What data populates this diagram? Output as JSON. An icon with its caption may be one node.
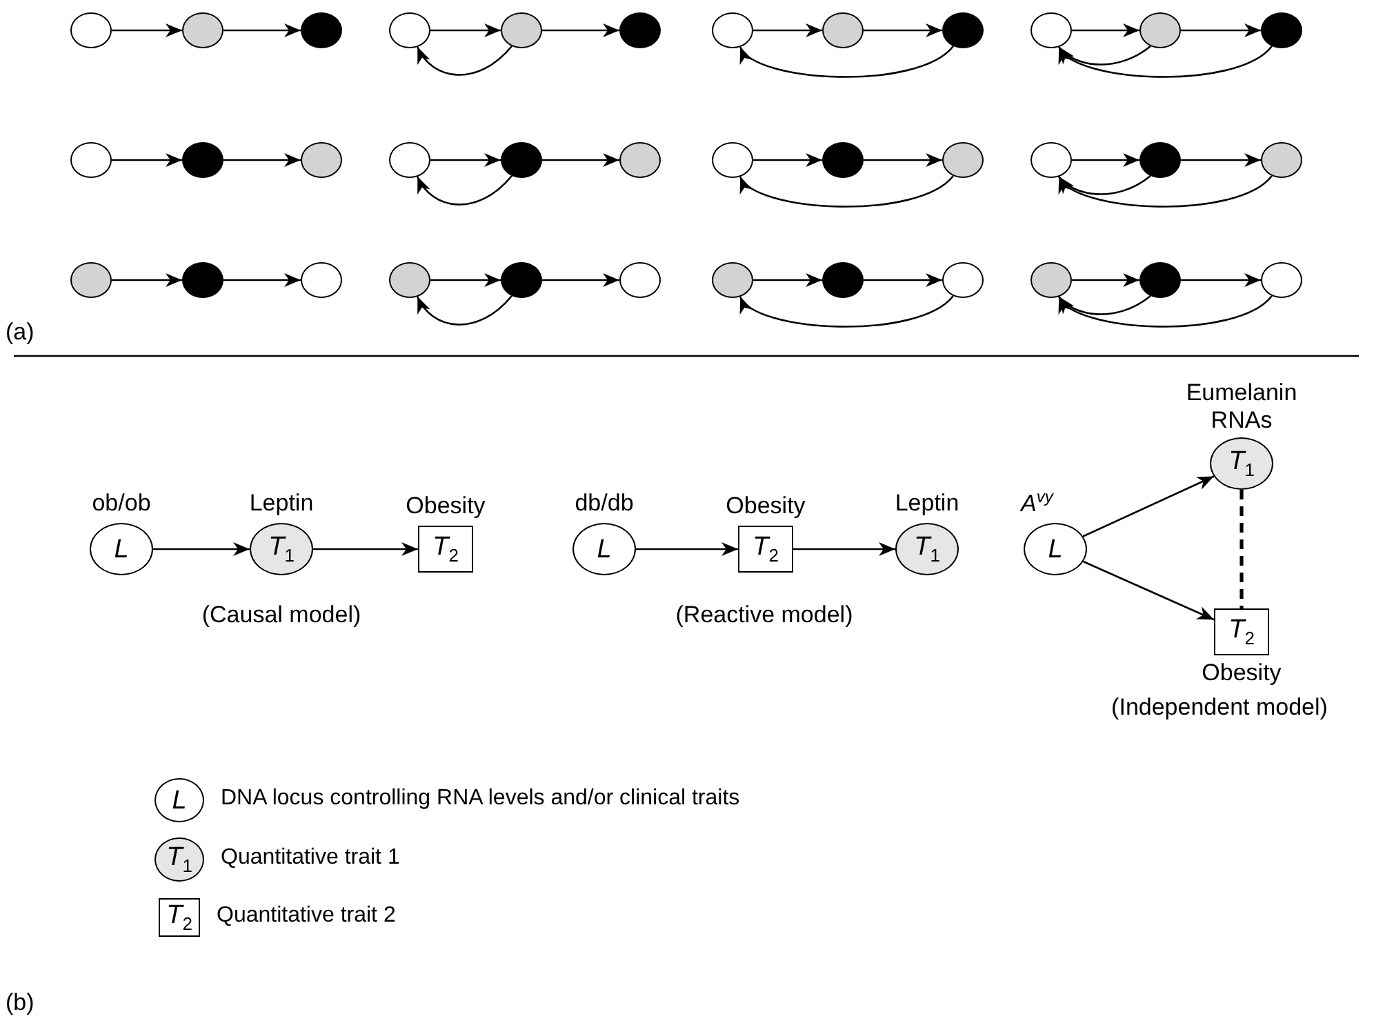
{
  "diagram": {
    "nodes": [
      {
        "text": [],
        "shape": "circle"
      },
      {
        "text": [],
        "shape": "circle"
      },
      {
        "text": [],
        "shape": "circle"
      },
      {
        "text": [],
        "shape": "circle"
      },
      {
        "text": [],
        "shape": "circle"
      },
      {
        "text": [],
        "shape": "circle"
      },
      {
        "text": [],
        "shape": "circle"
      },
      {
        "text": [],
        "shape": "circle"
      },
      {
        "text": [],
        "shape": "circle"
      },
      {
        "text": [],
        "shape": "circle"
      },
      {
        "text": [],
        "shape": "circle"
      },
      {
        "text": [],
        "shape": "circle"
      },
      {
        "text": [],
        "shape": "circle"
      },
      {
        "text": [],
        "shape": "circle"
      },
      {
        "text": [],
        "shape": "circle"
      },
      {
        "text": [],
        "shape": "circle"
      },
      {
        "text": [],
        "shape": "circle"
      },
      {
        "text": [],
        "shape": "circle"
      },
      {
        "text": [],
        "shape": "circle"
      },
      {
        "text": [],
        "shape": "circle"
      },
      {
        "text": [],
        "shape": "circle"
      },
      {
        "text": [],
        "shape": "circle"
      },
      {
        "text": [],
        "shape": "circle"
      },
      {
        "text": [],
        "shape": "circle"
      },
      {
        "text": [],
        "shape": "circle"
      },
      {
        "text": [],
        "shape": "circle"
      },
      {
        "text": [],
        "shape": "circle"
      },
      {
        "text": [],
        "shape": "circle"
      },
      {
        "text": [],
        "shape": "circle"
      },
      {
        "text": [],
        "shape": "circle"
      },
      {
        "text": [],
        "shape": "circle"
      },
      {
        "text": [],
        "shape": "circle"
      },
      {
        "text": [],
        "shape": "circle"
      },
      {
        "text": [],
        "shape": "circle"
      },
      {
        "text": [],
        "shape": "circle"
      },
      {
        "text": [],
        "shape": "circle"
      },
      {
        "text": [
          "*L*"
        ],
        "beside": [
          "ob/ob"
        ]
      },
      {
        "text": [
          "*T*$_{1}$"
        ],
        "beside": [
          "Leptin"
        ]
      },
      {
        "text": [
          "*T*$_{2}$"
        ],
        "beside": [
          "Obesity"
        ]
      },
      {
        "text": [
          "*L*"
        ],
        "beside": [
          "db/db"
        ]
      },
      {
        "text": [
          "*T*$_{2}$"
        ],
        "beside": [
          "Obesity"
        ]
      },
      {
        "text": [
          "*T*$_{1}$"
        ],
        "beside": [
          "Leptin"
        ]
      },
      {
        "text": [
          "*L*"
        ],
        "beside": [
          "*A*$^{vy}$"
        ]
      },
      {
        "text": [
          "*T*$_{1}$"
        ],
        "beside": [
          "Eumelanin RNAs"
        ]
      },
      {
        "text": [
          "*T*$_{2}$"
        ],
        "beside": [
          "Obesity"
        ]
      },
      {
        "text": [
          "*L*"
        ],
        "beside": [
          "DNA locus controlling RNA levels and/or clinical traits"
        ]
      },
      {
        "text": [
          "*T*$_{1}$"
        ],
        "beside": [
          "Quantitative trait 1"
        ]
      },
      {
        "text": [
          "*T*$_{2}$"
        ],
        "beside": [
          "Quantitative trait 2"
        ]
      }
    ],
    "edges": [
      {
        "from": 0,
        "to": 1,
        "arrow": "to"
      },
      {
        "from": 1,
        "to": 2,
        "arrow": "to"
      },
      {
        "from": 3,
        "to": 4,
        "arrow": "to"
      },
      {
        "from": 4,
        "to": 5,
        "arrow": "to"
      },
      {
        "from": 4,
        "to": 3,
        "arrow": "to"
      },
      {
        "from": 6,
        "to": 7,
        "arrow": "to"
      },
      {
        "from": 7,
        "to": 8,
        "arrow": "to"
      },
      {
        "from": 8,
        "to": 6,
        "arrow": "to"
      },
      {
        "from": 9,
        "to": 10,
        "arrow": "to"
      },
      {
        "from": 10,
        "to": 11,
        "arrow": "to"
      },
      {
        "from": 10,
        "to": 9,
        "arrow": "to"
      },
      {
        "from": 11,
        "to": 9,
        "arrow": "to"
      },
      {
        "from": 12,
        "to": 13,
        "arrow": "to"
      },
      {
        "from": 13,
        "to": 14,
        "arrow": "to"
      },
      {
        "from": 15,
        "to": 16,
        "arrow": "to"
      },
      {
        "from": 16,
        "to": 17,
        "arrow": "to"
      },
      {
        "from": 16,
        "to": 15,
        "arrow": "to"
      },
      {
        "from": 18,
        "to": 19,
        "arrow": "to"
      },
      {
        "from": 19,
        "to": 20,
        "arrow": "to"
      },
      {
        "from": 20,
        "to": 18,
        "arrow": "to"
      },
      {
        "from": 21,
        "to": 22,
        "arrow": "to"
      },
      {
        "from": 22,
        "to": 23,
        "arrow": "to"
      },
      {
        "from": 22,
        "to": 21,
        "arrow": "to"
      },
      {
        "from": 23,
        "to": 21,
        "arrow": "to"
      },
      {
        "from": 24,
        "to": 25,
        "arrow": "to"
      },
      {
        "from": 25,
        "to": 26,
        "arrow": "to"
      },
      {
        "from": 27,
        "to": 28,
        "arrow": "to"
      },
      {
        "from": 28,
        "to": 29,
        "arrow": "to"
      },
      {
        "from": 28,
        "to": 27,
        "arrow": "to"
      },
      {
        "from": 30,
        "to": 31,
        "arrow": "to"
      },
      {
        "from": 31,
        "to": 32,
        "arrow": "to"
      },
      {
        "from": 32,
        "to": 30,
        "arrow": "to"
      },
      {
        "from": 33,
        "to": 34,
        "arrow": "to"
      },
      {
        "from": 34,
        "to": 35,
        "arrow": "to"
      },
      {
        "from": 34,
        "to": 33,
        "arrow": "to"
      },
      {
        "from": 35,
        "to": 33,
        "arrow": "to"
      },
      {
        "from": 36,
        "to": 37,
        "arrow": "to"
      },
      {
        "from": 37,
        "to": 38,
        "arrow": "to"
      },
      {
        "from": 39,
        "to": 40,
        "arrow": "to"
      },
      {
        "from": 40,
        "to": 41,
        "arrow": "to"
      },
      {
        "from": 42,
        "to": 43,
        "arrow": "to"
      },
      {
        "from": 42,
        "to": 44,
        "arrow": "to"
      },
      {
        "from": 43,
        "to": 44,
        "arrow": "none",
        "style": "dashed"
      }
    ],
    "labels": [
      "(a)",
      "(Causal model)",
      "(Reactive model)",
      "(Independent model)",
      "(b)"
    ]
  }
}
